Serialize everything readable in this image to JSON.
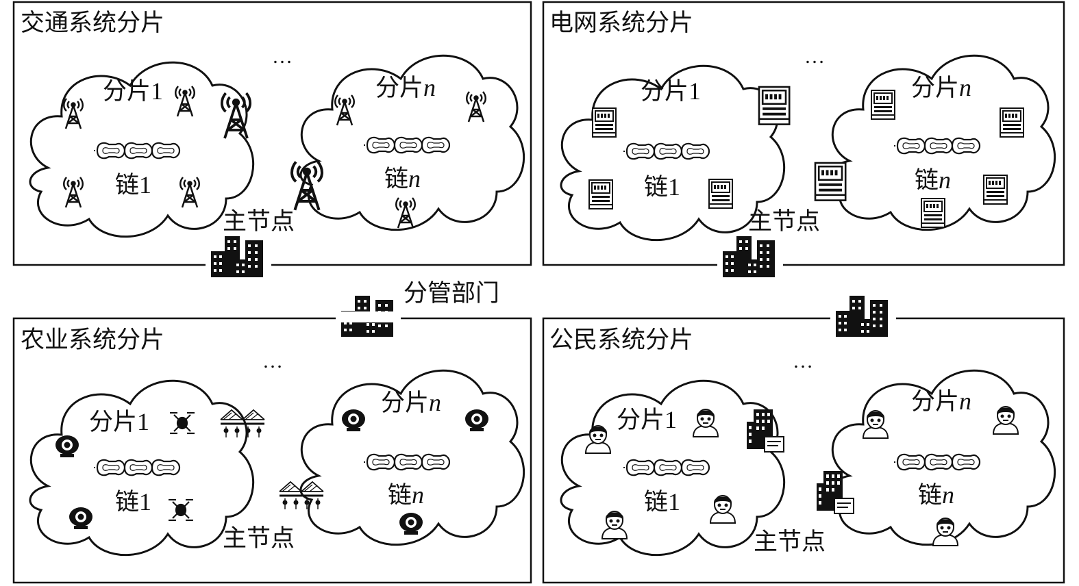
{
  "center_label": "分管部门",
  "ellipsis": "…",
  "quadrants": [
    {
      "title": "交通系统分片",
      "shard1": {
        "name": "分片",
        "num": "1",
        "chain": "链",
        "chain_num": "1"
      },
      "shardn": {
        "name": "分片",
        "num": "n",
        "chain": "链",
        "chain_num": "n"
      },
      "master": "主节点",
      "device_icon": "signal-tower-icon"
    },
    {
      "title": "电网系统分片",
      "shard1": {
        "name": "分片",
        "num": "1",
        "chain": "链",
        "chain_num": "1"
      },
      "shardn": {
        "name": "分片",
        "num": "n",
        "chain": "链",
        "chain_num": "n"
      },
      "master": "主节点",
      "device_icon": "electric-meter-icon"
    },
    {
      "title": "农业系统分片",
      "shard1": {
        "name": "分片",
        "num": "1",
        "chain": "链",
        "chain_num": "1"
      },
      "shardn": {
        "name": "分片",
        "num": "n",
        "chain": "链",
        "chain_num": "n"
      },
      "master": "主节点",
      "device_icon": "camera-drone-greenhouse-icon"
    },
    {
      "title": "公民系统分片",
      "shard1": {
        "name": "分片",
        "num": "1",
        "chain": "链",
        "chain_num": "1"
      },
      "shardn": {
        "name": "分片",
        "num": "n",
        "chain": "链",
        "chain_num": "n"
      },
      "master": "主节点",
      "device_icon": "person-icon"
    }
  ]
}
